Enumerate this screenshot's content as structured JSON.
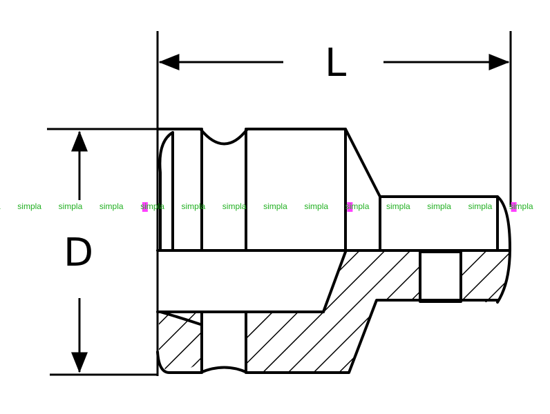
{
  "drawing": {
    "labels": {
      "length": "L",
      "diameter": "D"
    },
    "watermark": {
      "text": "simpla",
      "repeat_count": 14,
      "text_color": "#22b022",
      "highlight_color": "#ff40ff"
    },
    "colors": {
      "ink": "#000000",
      "background": "#ffffff"
    }
  }
}
